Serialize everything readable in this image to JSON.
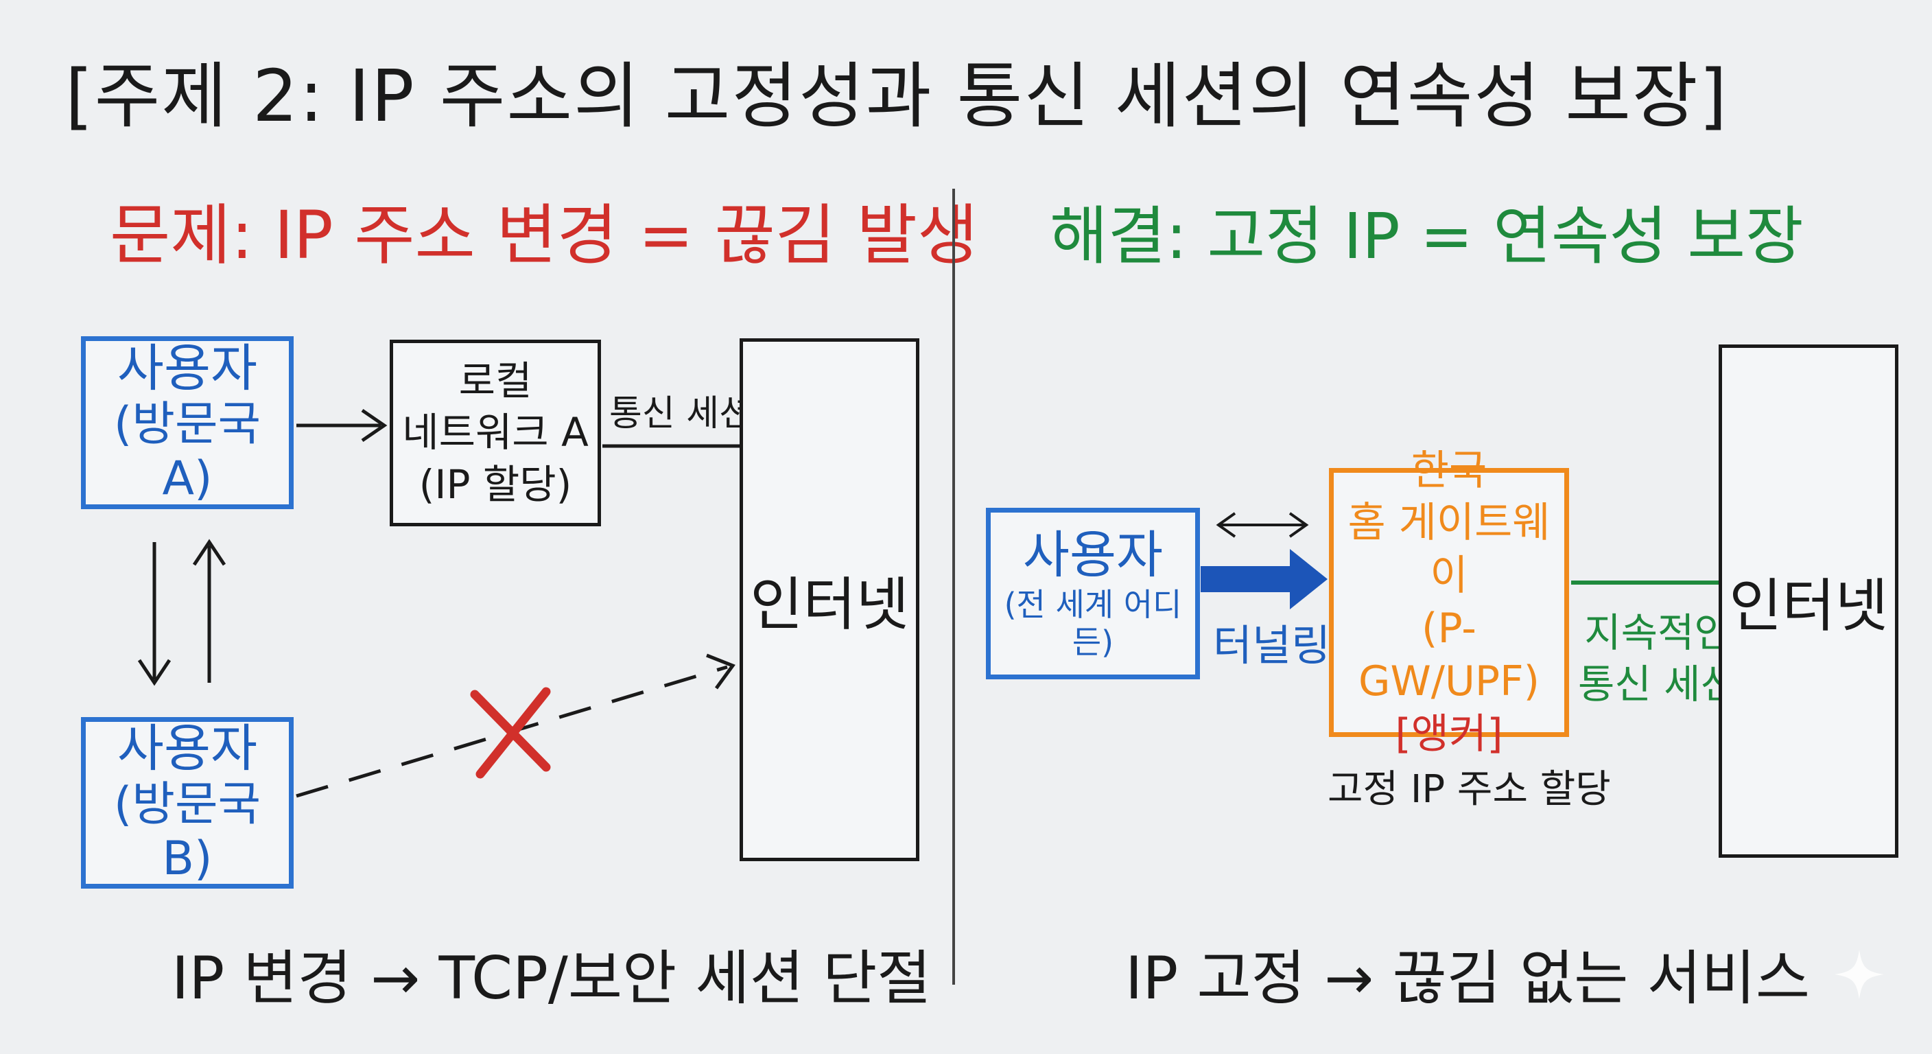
{
  "title": "[주제 2: IP 주소의 고정성과 통신 세션의 연속성 보장]",
  "problem": {
    "heading": "문제: IP 주소 변경 = 끊김 발생",
    "user_a": {
      "line1": "사용자",
      "line2": "(방문국 A)"
    },
    "user_b": {
      "line1": "사용자",
      "line2": "(방문국 B)"
    },
    "local_network": {
      "line1": "로컬",
      "line2": "네트워크 A",
      "line3": "(IP 할당)"
    },
    "session_label": "통신 세션",
    "internet": "인터넷",
    "bottom": "IP 변경 → TCP/보안 세션 단절",
    "colors": {
      "heading": "#d1302b",
      "user_box": "#2c72d0",
      "cross": "#d1302b"
    }
  },
  "solution": {
    "heading": "해결: 고정 IP = 연속성 보장",
    "user": {
      "line1": "사용자",
      "line2": "(전 세계 어디든)"
    },
    "tunnel_label": "터널링",
    "home_gateway": {
      "line1": "한국",
      "line2": "홈 게이트웨이",
      "line3": "(P-GW/UPF)",
      "line4": "[앵커]"
    },
    "static_ip_label": "고정 IP 주소 할당",
    "sustained_session": {
      "line1": "지속적인",
      "line2": "통신 세션"
    },
    "internet": "인터넷",
    "bottom": "IP 고정 → 끊김 없는 서비스",
    "colors": {
      "heading": "#1f8a3d",
      "gateway_box": "#f08a1c",
      "tunnel_arrow": "#1c55b8",
      "session_line": "#1f8a3d"
    }
  }
}
